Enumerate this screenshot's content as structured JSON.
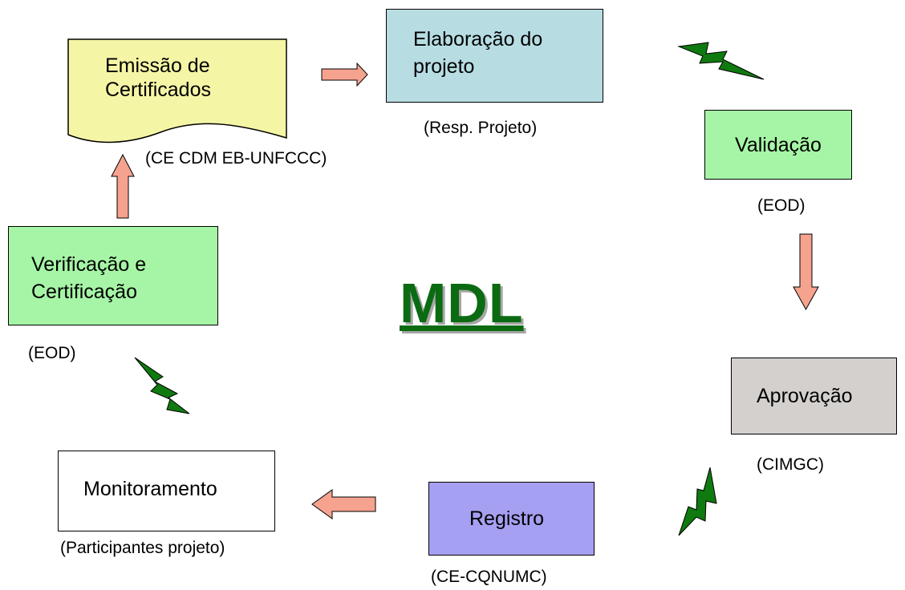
{
  "title": "MDL",
  "nodes": {
    "emissao": {
      "line1": "Emissão de",
      "line2": "Certificados",
      "caption": "(CE CDM EB-UNFCCC)",
      "fill": "#f5f5a6"
    },
    "elaboracao": {
      "line1": "Elaboração do",
      "line2": "projeto",
      "caption": "(Resp. Projeto)",
      "fill": "#b7dde3"
    },
    "validacao": {
      "label": "Validação",
      "caption": "(EOD)",
      "fill": "#a6f5a6"
    },
    "aprovacao": {
      "label": "Aprovação",
      "caption": "(CIMGC)",
      "fill": "#d3d0ce"
    },
    "registro": {
      "label": "Registro",
      "caption": "(CE-CQNUMC)",
      "fill": "#a6a0f2"
    },
    "monitoramento": {
      "label": "Monitoramento",
      "caption": "(Participantes projeto)",
      "fill": "#ffffff"
    },
    "verificacao": {
      "line1": "Verificação e",
      "line2": "Certificação",
      "caption": "(EOD)",
      "fill": "#a6f5a6"
    }
  },
  "colors": {
    "arrow": "#f5a28f",
    "bolt": "#0f7a0f",
    "title": "#0b6b12"
  }
}
